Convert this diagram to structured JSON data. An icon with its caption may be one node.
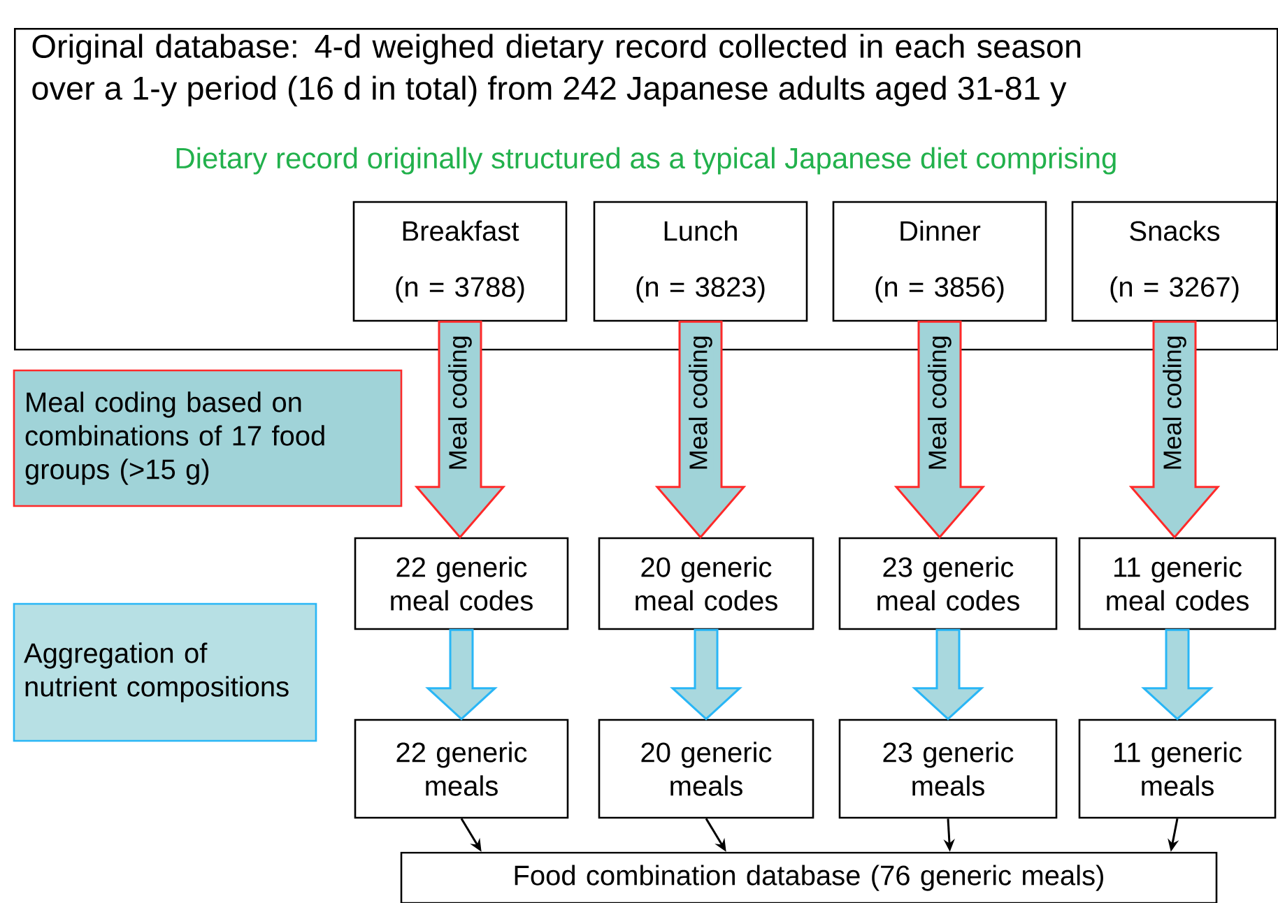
{
  "diagram": {
    "nodes": [
      {
        "text": [
          "Original database: 4-d weighed dietary record collected in each season over a 1-y period (16 d in total) from 242 Japanese adults aged 31-81 y",
          "Dietary record originally structured as a typical Japanese diet comprising"
        ]
      },
      {
        "text": [
          "Breakfast",
          "(n = 3788)"
        ],
        "in": 0
      },
      {
        "text": [
          "Lunch",
          "(n = 3823)"
        ],
        "in": 0
      },
      {
        "text": [
          "Dinner",
          "(n = 3856)"
        ],
        "in": 0
      },
      {
        "text": [
          "Snacks",
          "(n = 3267)"
        ],
        "in": 0
      },
      {
        "text": [
          "Meal coding based on combinations of 17 food groups (>15 g)"
        ]
      },
      {
        "text": [
          "Aggregation of nutrient compositions"
        ]
      },
      {
        "text": [
          "22 generic meal codes"
        ]
      },
      {
        "text": [
          "20 generic meal codes"
        ]
      },
      {
        "text": [
          "23 generic meal codes"
        ]
      },
      {
        "text": [
          "11 generic meal codes"
        ]
      },
      {
        "text": [
          "22 generic meals"
        ]
      },
      {
        "text": [
          "20 generic meals"
        ]
      },
      {
        "text": [
          "23 generic meals"
        ]
      },
      {
        "text": [
          "11 generic meals"
        ]
      },
      {
        "text": [
          "Food combination database (76 generic meals)"
        ]
      }
    ],
    "edges": [
      {
        "from": 1,
        "to": 7,
        "arrow": "to",
        "label": "Meal coding",
        "style": "thick",
        "color": "#ff2a2a"
      },
      {
        "from": 2,
        "to": 8,
        "arrow": "to",
        "label": "Meal coding",
        "style": "thick",
        "color": "#ff2a2a"
      },
      {
        "from": 3,
        "to": 9,
        "arrow": "to",
        "label": "Meal coding",
        "style": "thick",
        "color": "#ff2a2a"
      },
      {
        "from": 4,
        "to": 10,
        "arrow": "to",
        "label": "Meal coding",
        "style": "thick",
        "color": "#ff2a2a"
      },
      {
        "from": 7,
        "to": 11,
        "arrow": "to",
        "style": "thick",
        "color": "#29b6f6"
      },
      {
        "from": 8,
        "to": 12,
        "arrow": "to",
        "style": "thick",
        "color": "#29b6f6"
      },
      {
        "from": 9,
        "to": 13,
        "arrow": "to",
        "style": "thick",
        "color": "#29b6f6"
      },
      {
        "from": 10,
        "to": 14,
        "arrow": "to",
        "style": "thick",
        "color": "#29b6f6"
      },
      {
        "from": 11,
        "to": 15,
        "arrow": "to"
      },
      {
        "from": 12,
        "to": 15,
        "arrow": "to"
      },
      {
        "from": 13,
        "to": 15,
        "arrow": "to"
      },
      {
        "from": 14,
        "to": 15,
        "arrow": "to"
      }
    ]
  }
}
